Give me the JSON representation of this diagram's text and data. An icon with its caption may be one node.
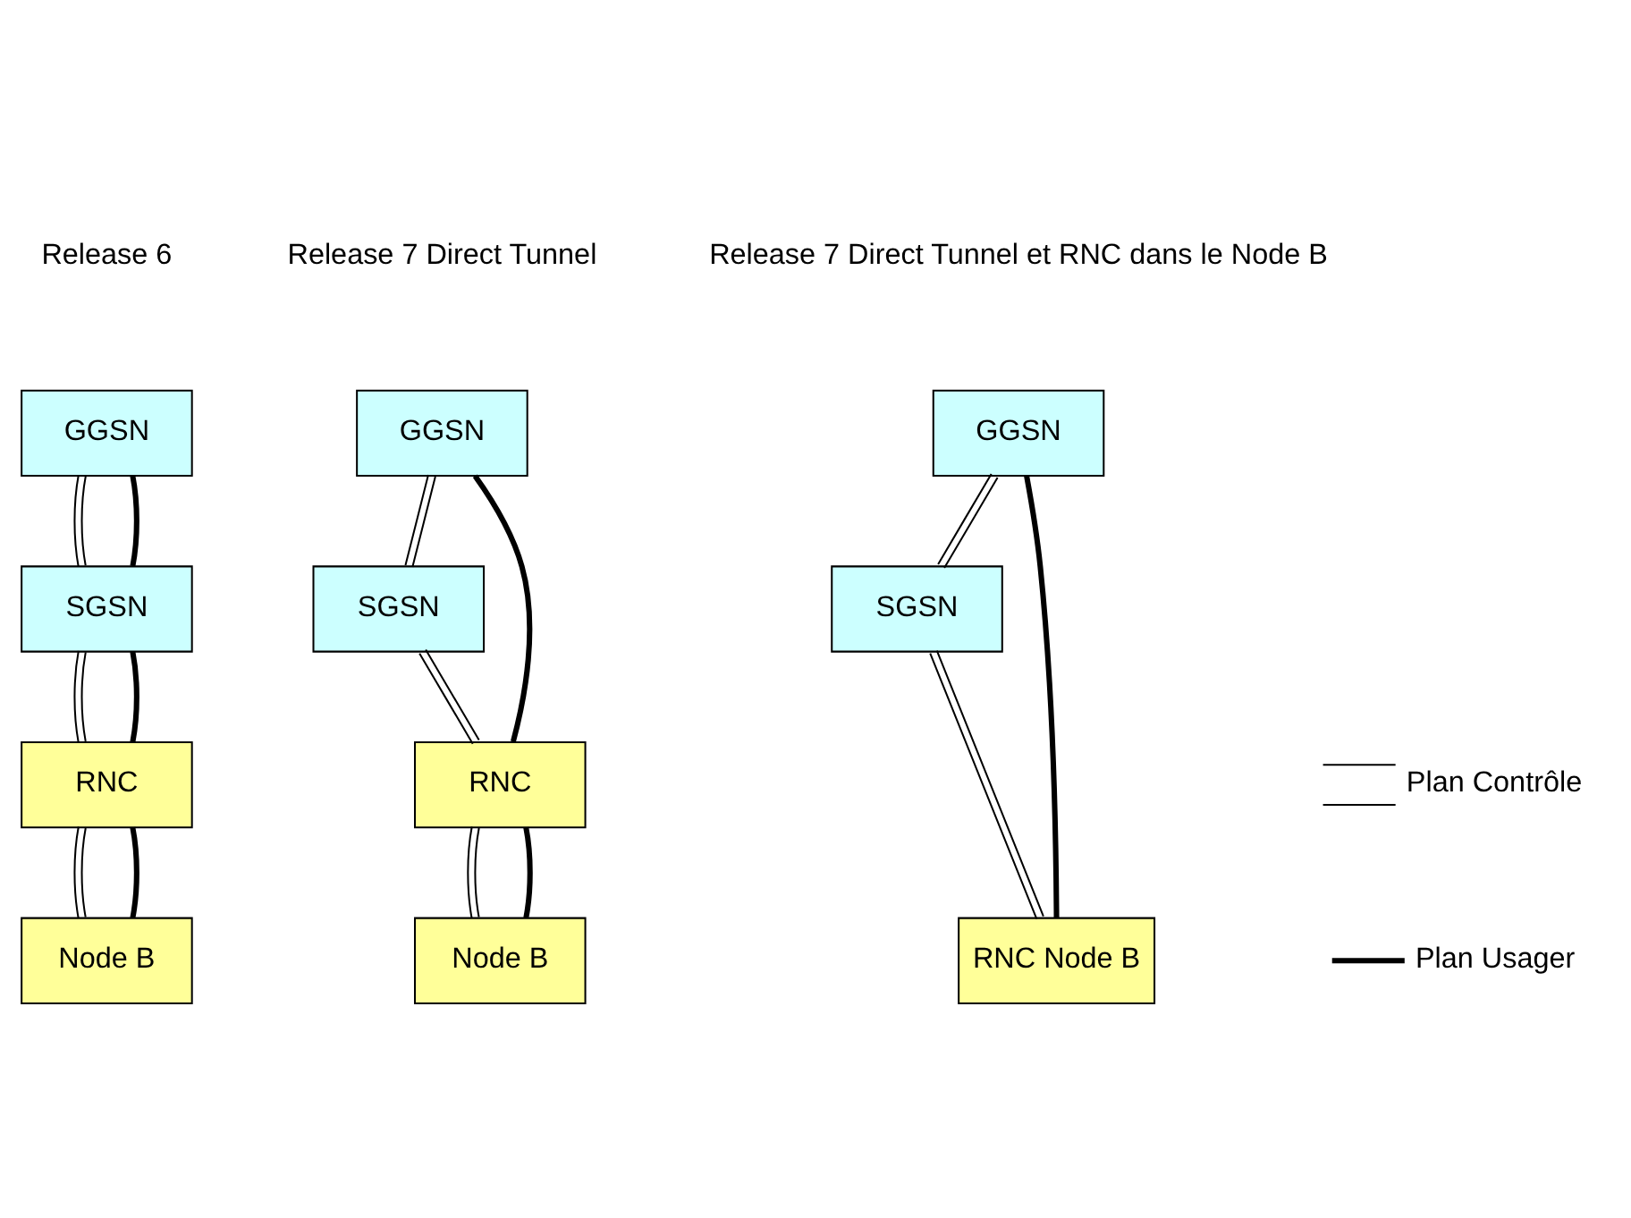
{
  "diagram": {
    "nodes": [
      {
        "text": [
          "GGSN"
        ]
      },
      {
        "text": [
          "SGSN"
        ]
      },
      {
        "text": [
          "RNC"
        ]
      },
      {
        "text": [
          "Node B"
        ]
      },
      {
        "text": [
          "GGSN"
        ]
      },
      {
        "text": [
          "SGSN"
        ]
      },
      {
        "text": [
          "RNC"
        ]
      },
      {
        "text": [
          "Node B"
        ]
      },
      {
        "text": [
          "GGSN"
        ]
      },
      {
        "text": [
          "SGSN"
        ]
      },
      {
        "text": [
          "RNC Node B"
        ]
      }
    ],
    "edges": [
      {
        "from": 0,
        "to": 1,
        "arrow": "none"
      },
      {
        "from": 0,
        "to": 1,
        "arrow": "none",
        "style": "thick"
      },
      {
        "from": 1,
        "to": 2,
        "arrow": "none"
      },
      {
        "from": 1,
        "to": 2,
        "arrow": "none",
        "style": "thick"
      },
      {
        "from": 2,
        "to": 3,
        "arrow": "none"
      },
      {
        "from": 2,
        "to": 3,
        "arrow": "none",
        "style": "thick"
      },
      {
        "from": 4,
        "to": 5,
        "arrow": "none"
      },
      {
        "from": 4,
        "to": 6,
        "arrow": "none",
        "style": "thick"
      },
      {
        "from": 5,
        "to": 6,
        "arrow": "none"
      },
      {
        "from": 6,
        "to": 7,
        "arrow": "none"
      },
      {
        "from": 6,
        "to": 7,
        "arrow": "none",
        "style": "thick"
      },
      {
        "from": 8,
        "to": 9,
        "arrow": "none"
      },
      {
        "from": 8,
        "to": 10,
        "arrow": "none",
        "style": "thick"
      },
      {
        "from": 9,
        "to": 10,
        "arrow": "none"
      }
    ],
    "labels": [
      "Release 6",
      "Release 7 Direct Tunnel",
      "Release 7 Direct Tunnel et RNC dans le Node B"
    ],
    "legend": [
      {
        "text": "Plan Contrôle"
      },
      {
        "text": "Plan Usager"
      }
    ]
  }
}
